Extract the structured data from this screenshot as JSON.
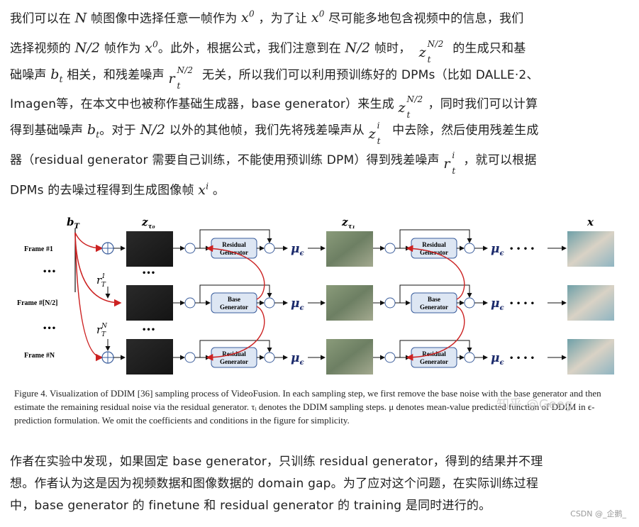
{
  "para1": {
    "l1a": "我们可以在 ",
    "l1b": " 帧图像中选择任意一帧作为 ",
    "l1c": " ，为了让 ",
    "l1d": " 尽可能多地包含视频中的信息，我们",
    "l2a": "选择视频的 ",
    "l2b": " 帧作为 ",
    "l2c": "。此外，根据公式，我们注意到在 ",
    "l2d": " 帧时，",
    "l2e": " 的生成只和基",
    "l3a": "础噪声 ",
    "l3b": " 相关，和残差噪声 ",
    "l3c": " 无关，所以我们可以利用预训练好的 DPMs（比如 DALLE·2、",
    "l4a": "Imagen等，在本文中也被称作基础生成器，base generator）来生成 ",
    "l4b": "，同时我们可以计算",
    "l5a": "得到基础噪声 ",
    "l5b": "。对于 ",
    "l5c": " 以外的其他帧，我们先将残差噪声从 ",
    "l5d": " 中去除，然后使用残差生成",
    "l6a": "器（residual generator 需要自己训练，不能使用预训练 DPM）得到残差噪声 ",
    "l6b": "，就可以根据",
    "l7a": "DPMs 的去噪过程得到生成图像帧 ",
    "l7b": " 。"
  },
  "math": {
    "N": "N",
    "x": "x",
    "sup0": "0",
    "N2": "N/2",
    "z": "z",
    "t": "t",
    "b": "b",
    "r": "r",
    "i": "i"
  },
  "figure": {
    "bT": "b",
    "bT_sub": "T",
    "z_tau0": "z",
    "z_tau0_sub": "τ₀",
    "z_tau1": "z",
    "z_tau1_sub": "τ₁",
    "x_out": "x",
    "frame1": "Frame #1",
    "frameN2": "Frame #[N/2]",
    "frameN": "Frame #N",
    "dots": "•••",
    "r1": "r",
    "r1_sup": "1",
    "r1_sub": "T",
    "rN": "r",
    "rN_sup": "N",
    "rN_sub": "T",
    "residual_gen_1": "Residual",
    "residual_gen_2": "Generator",
    "base_gen_1": "Base",
    "base_gen_2": "Generator",
    "mu": "μ",
    "mu_sub": "ϵ",
    "trail": "• • • •"
  },
  "caption": {
    "text": "Figure 4. Visualization of DDIM [36] sampling process of VideoFusion. In each sampling step, we first remove the base noise with the base generator and then estimate the remaining residual noise via the residual generator. τᵢ denotes the DDIM sampling steps. μ denotes mean-value predicted function of DDIM in ϵ-prediction formulation. We omit the coefficients and conditions in the figure for simplicity.",
    "ref": "[36]",
    "ref_color": "#2a6fb0"
  },
  "watermark": "知乎 @Geeg",
  "para2": {
    "l1": "作者在实验中发现，如果固定 base generator，只训练 residual generator，得到的结果并不理",
    "l2": "想。作者认为这是因为视频数据和图像数据的 domain gap。为了应对这个问题，在实际训练过程",
    "l3": "中，base generator 的 finetune 和 residual generator 的 training 是同时进行的。"
  },
  "csdn": "CSDN @_企鹅_",
  "colors": {
    "arrow_red": "#cc2222",
    "box_fill": "#dde6f3",
    "box_stroke": "#3a5d9c",
    "text": "#1f1f1f"
  }
}
